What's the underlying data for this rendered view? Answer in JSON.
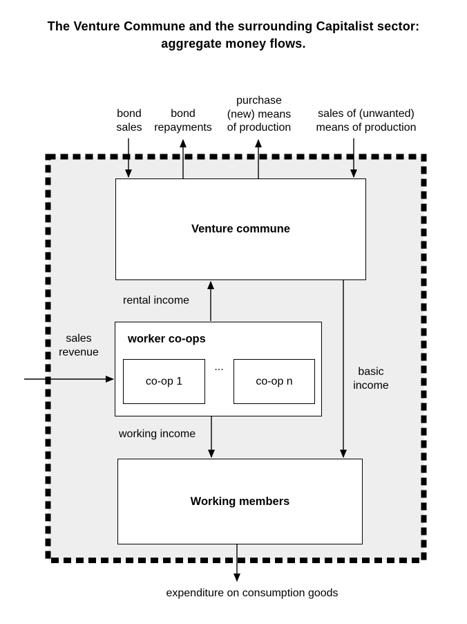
{
  "title": "The Venture Commune and the surrounding Capitalist sector:\naggregate money flows.",
  "nodes": {
    "venture_commune": "Venture commune",
    "worker_coops": "worker co-ops",
    "coop_1": "co-op 1",
    "coop_ellipsis": "...",
    "coop_n": "co-op n",
    "working_members": "Working members"
  },
  "flows": {
    "bond_sales": "bond\nsales",
    "bond_repayments": "bond\nrepayments",
    "purchase_means": "purchase\n(new) means\nof production",
    "sales_means": "sales of (unwanted)\nmeans of production",
    "rental_income": "rental income",
    "sales_revenue": "sales\nrevenue",
    "basic_income": "basic\nincome",
    "working_income": "working income",
    "expenditure": "expenditure on consumption goods"
  },
  "colors": {
    "boundary_fill": "#eeeeee",
    "line": "#000000",
    "box_bg": "#ffffff"
  }
}
